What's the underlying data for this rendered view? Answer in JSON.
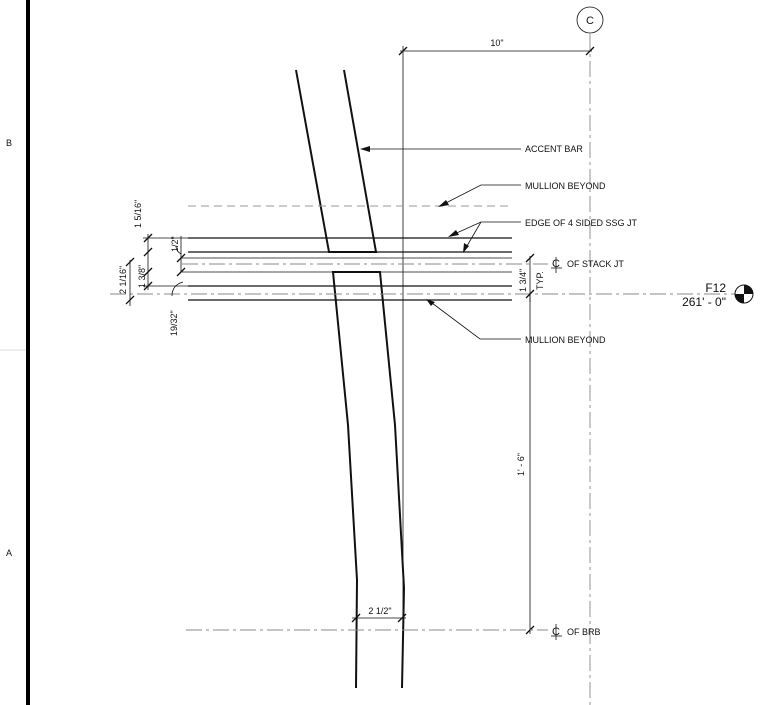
{
  "sheet": {
    "grid_zone_b": "B",
    "grid_zone_a": "A"
  },
  "grid_bubble": {
    "label": "C"
  },
  "dimensions": {
    "top_width": "10\"",
    "d_15_16": "1 5/16\"",
    "d_1_2": "1/2\"",
    "d_2_1_16": "2 1/16\"",
    "d_1_3_8": "1 3/8\"",
    "d_19_32": "19/32\"",
    "d_1_3_4": "1 3/4\"",
    "typ": "TYP.",
    "d_1_6": "1' - 6\"",
    "d_2_1_2": "2 1/2\""
  },
  "callouts": {
    "accent_bar": "ACCENT BAR",
    "mullion_beyond_top": "MULLION BEYOND",
    "edge_ssg": "EDGE OF 4 SIDED SSG JT",
    "stack_jt": "OF STACK JT",
    "mullion_beyond_bottom": "MULLION BEYOND",
    "brb": "OF BRB"
  },
  "level_marker": {
    "name": "F12",
    "elevation": "261' - 0\""
  }
}
